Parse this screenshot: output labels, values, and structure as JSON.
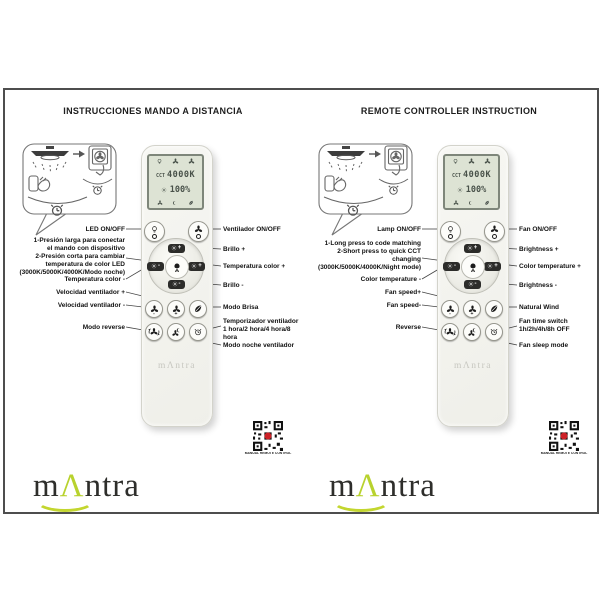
{
  "panels": [
    {
      "title": "INSTRUCCIONES MANDO A DISTANCIA",
      "left": {
        "led": "LED ON/OFF",
        "pair": "1-Presión larga para conectar\nel mando con dispositivo\n2-Presión corta para cambiar\ntemperatura de color LED\n(3000K/5000K/4000K/Modo noche)",
        "temp_minus": "Temperatura color -",
        "speed_plus": "Velocidad ventilador +",
        "speed_minus": "Velocidad ventilador -",
        "reverse": "Modo reverse"
      },
      "right": {
        "fan": "Ventilador ON/OFF",
        "bright_plus": "Brillo +",
        "temp_plus": "Temperatura color +",
        "bright_minus": "Brillo -",
        "breeze": "Modo Brisa",
        "timer": "Temporizador ventilador\n1 hora/2 hora/4 hora/8 hora",
        "night": "Modo noche ventilador"
      }
    },
    {
      "title": "REMOTE CONTROLLER INSTRUCTION",
      "left": {
        "led": "Lamp ON/OFF",
        "pair": "1-Long press to code matching\n2-Short press to quick CCT\nchanging\n(3000K/5000K/4000K/Night mode)",
        "temp_minus": "Color temperature -",
        "speed_plus": "Fan speed+",
        "speed_minus": "Fan speed-",
        "reverse": "Reverse"
      },
      "right": {
        "fan": "Fan ON/OFF",
        "bright_plus": "Brightness +",
        "temp_plus": "Color temperature +",
        "bright_minus": "Brightness -",
        "breeze": "Natural Wind",
        "timer": "Fan time switch\n1h/2h/4h/8h OFF",
        "night": "Fan sleep mode"
      }
    }
  ],
  "remote": {
    "logo": "mΛntra",
    "lcd": {
      "cct_label": "CCT",
      "cct_value": "4000K",
      "brightness": "100%"
    },
    "signs": {
      "plus": "+",
      "minus": "-"
    }
  },
  "qr": {
    "caption": "MANUAL REMOTE CONTROL"
  },
  "brand": {
    "m": "m",
    "caret": "Λ",
    "rest": "ntra"
  },
  "colors": {
    "logo_green": "#b8d22e",
    "lcd_bg": "#dde3d4",
    "button_dark": "#2c2c2a",
    "qr_center_red": "#cc2127"
  }
}
